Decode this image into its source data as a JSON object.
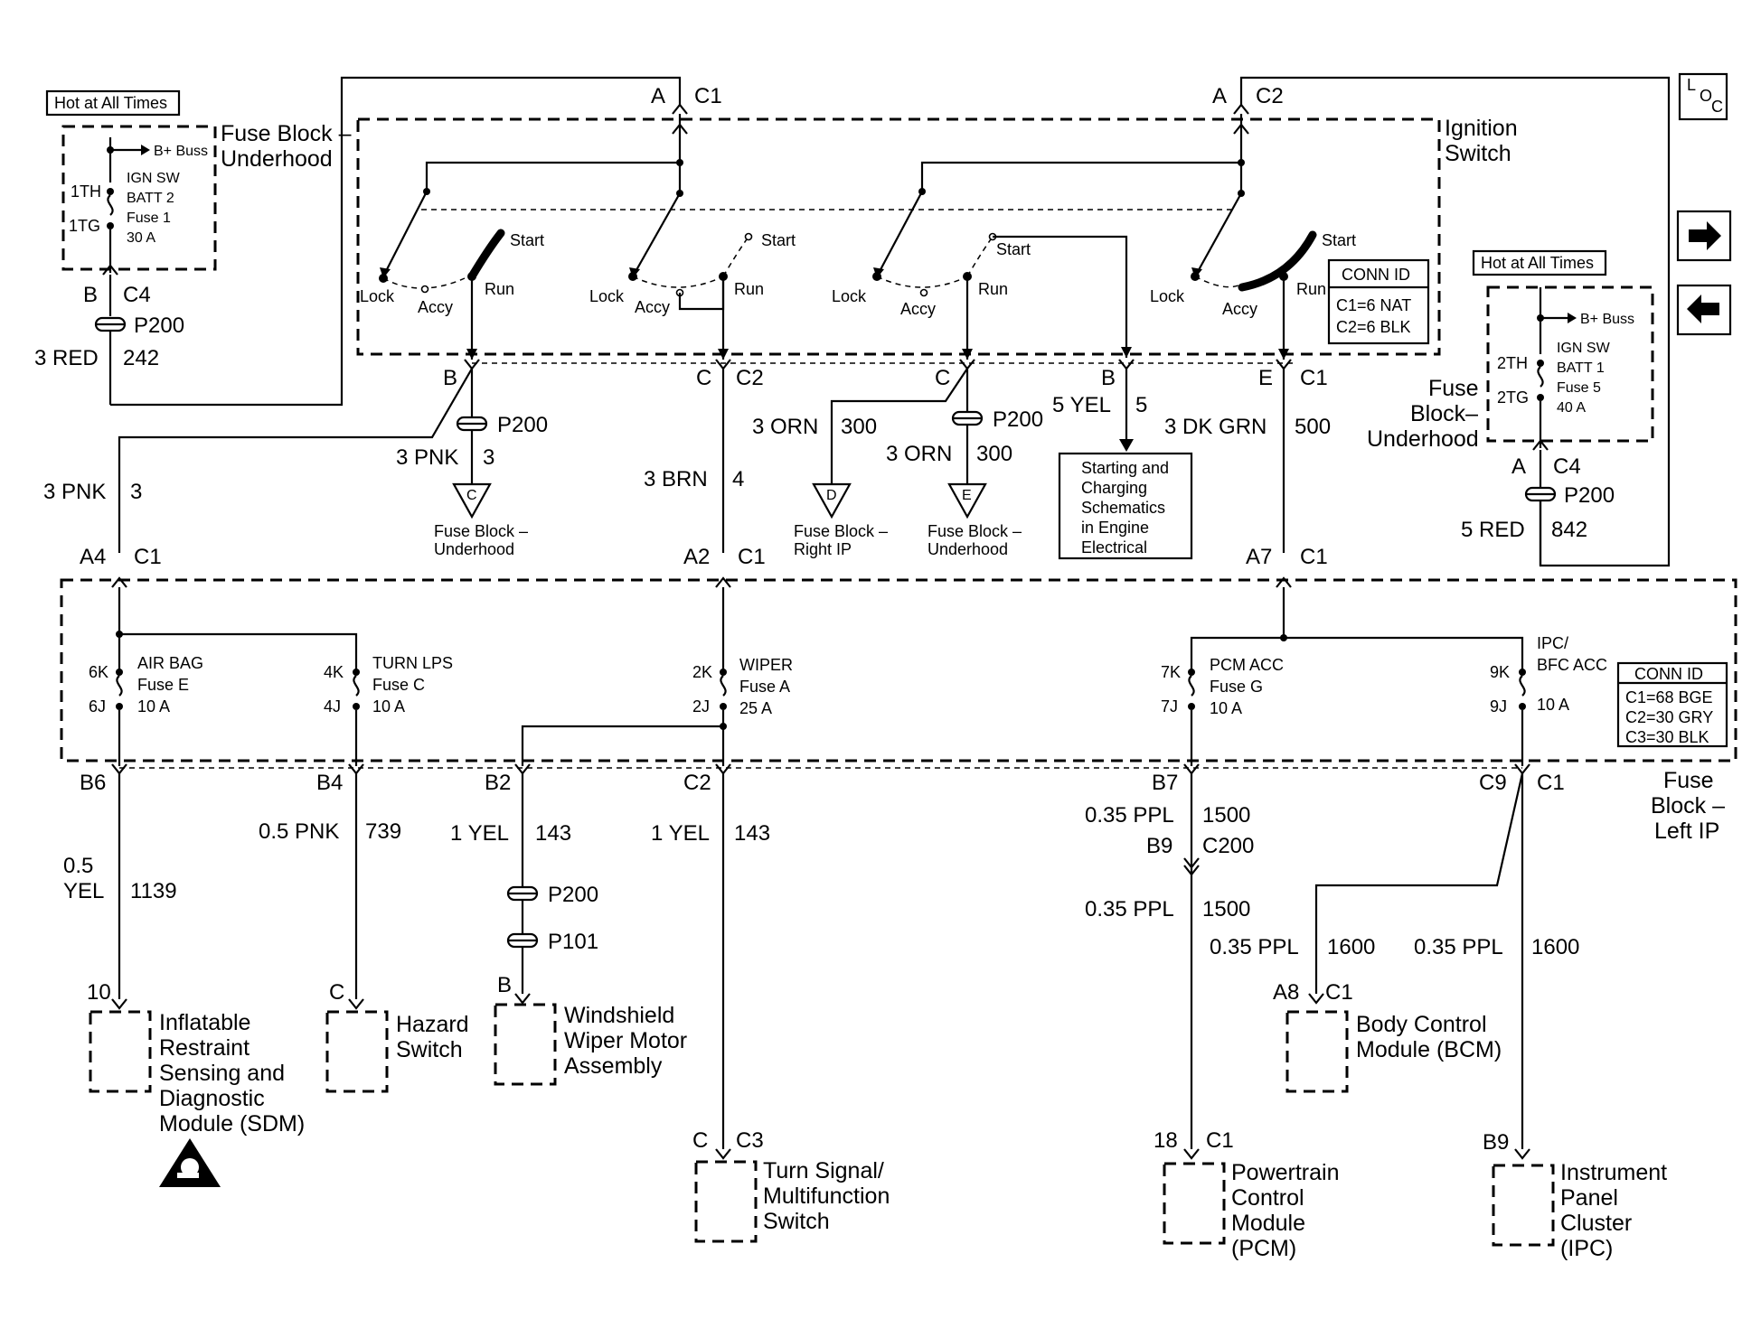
{
  "loc_icon": "L O C",
  "nav": {
    "next_icon": "arrow-right-icon",
    "prev_icon": "arrow-left-icon"
  },
  "hot_at_all_times": "Hot at All Times",
  "fuse_block_underhood_left": {
    "title": "Fuse Block –",
    "title2": "Underhood",
    "bplus": "B+ Buss",
    "fuse_name": "IGN SW",
    "fuse_name2": "BATT 2",
    "fuse_num": "Fuse 1",
    "amps": "30 A",
    "pin_top": "1TH",
    "pin_bottom": "1TG"
  },
  "fuse_block_underhood_right": {
    "title": "Fuse",
    "title2": "Block–",
    "title3": "Underhood",
    "bplus": "B+ Buss",
    "fuse_name": "IGN SW",
    "fuse_name2": "BATT 1",
    "fuse_num": "Fuse 5",
    "amps": "40 A",
    "pin_top": "2TH",
    "pin_bottom": "2TG"
  },
  "ignition_switch": {
    "title": "Ignition",
    "title2": "Switch",
    "conn_id_title": "CONN ID",
    "conn_c1": "C1=6 NAT",
    "conn_c2": "C2=6 BLK",
    "positions": {
      "lock": "Lock",
      "accy": "Accy",
      "run": "Run",
      "start": "Start"
    }
  },
  "connectors": {
    "a_c1": [
      "A",
      "C1"
    ],
    "a_c2": [
      "A",
      "C2"
    ],
    "b_c4": [
      "B",
      "C4"
    ],
    "b_c1": [
      "B",
      "C1"
    ],
    "c_c2": [
      "C",
      "C2"
    ],
    "c_c2b": [
      "C"
    ],
    "b_5": [
      "B"
    ],
    "e_c1": [
      "E",
      "C1"
    ],
    "a_c4": [
      "A",
      "C4"
    ],
    "a4_c1": [
      "A4",
      "C1"
    ],
    "a2_c1": [
      "A2",
      "C1"
    ],
    "a7_c1": [
      "A7",
      "C1"
    ],
    "b6": [
      "B6"
    ],
    "b4": [
      "B4"
    ],
    "b2": [
      "B2"
    ],
    "c2": [
      "C2"
    ],
    "b7": [
      "B7"
    ],
    "c9_c1": [
      "C9",
      "C1"
    ],
    "b9_c200": [
      "B9",
      "C200"
    ],
    "a8_c1": [
      "A8",
      "C1"
    ],
    "c_c3": [
      "C",
      "C3"
    ],
    "n18_c1": [
      "18",
      "C1"
    ],
    "b9": [
      "B9"
    ],
    "n10": [
      "10"
    ],
    "c_haz": [
      "C"
    ],
    "b_wiper": [
      "B"
    ]
  },
  "splices": {
    "p200": "P200",
    "p101": "P101"
  },
  "wires": {
    "red242": [
      "3 RED",
      "242"
    ],
    "pnk3a": [
      "3 PNK",
      "3"
    ],
    "pnk3b": [
      "3 PNK",
      "3"
    ],
    "brn4": [
      "3 BRN",
      "4"
    ],
    "orn300a": [
      "3 ORN",
      "300"
    ],
    "orn300b": [
      "3 ORN",
      "300"
    ],
    "yel5": [
      "5 YEL",
      "5"
    ],
    "dkgrn500": [
      "3 DK GRN",
      "500"
    ],
    "red842": [
      "5 RED",
      "842"
    ],
    "yel1139": [
      "0.5",
      "YEL",
      "1139"
    ],
    "pnk739": [
      "0.5 PNK",
      "739"
    ],
    "yel143a": [
      "1 YEL",
      "143"
    ],
    "yel143b": [
      "1 YEL",
      "143"
    ],
    "ppl1500a": [
      "0.35 PPL",
      "1500"
    ],
    "ppl1500b": [
      "0.35 PPL",
      "1500"
    ],
    "ppl1600a": [
      "0.35 PPL",
      "1600"
    ],
    "ppl1600b": [
      "0.35 PPL",
      "1600"
    ]
  },
  "grounds": {
    "c": [
      "C",
      "Fuse Block –",
      "Underhood"
    ],
    "d": [
      "D",
      "Fuse Block –",
      "Right IP"
    ],
    "e": [
      "E",
      "Fuse Block –",
      "Underhood"
    ]
  },
  "starting_box": [
    "Starting and",
    "Charging",
    "Schematics",
    "in Engine",
    "Electrical"
  ],
  "fuse_block_ip": {
    "title": "Fuse",
    "title2": "Block –",
    "title3": "Left IP",
    "conn_id_title": "CONN ID",
    "conn_c1": "C1=68 BGE",
    "conn_c2": "C2=30 GRY",
    "conn_c3": "C3=30 BLK",
    "fuses": [
      {
        "pin_top": "6K",
        "pin_bottom": "6J",
        "name": "AIR BAG",
        "fuse": "Fuse E",
        "amps": "10 A"
      },
      {
        "pin_top": "4K",
        "pin_bottom": "4J",
        "name": "TURN LPS",
        "fuse": "Fuse C",
        "amps": "10 A"
      },
      {
        "pin_top": "2K",
        "pin_bottom": "2J",
        "name": "WIPER",
        "fuse": "Fuse A",
        "amps": "25 A"
      },
      {
        "pin_top": "7K",
        "pin_bottom": "7J",
        "name": "PCM ACC",
        "fuse": "Fuse G",
        "amps": "10 A"
      },
      {
        "pin_top": "9K",
        "pin_bottom": "9J",
        "name": "IPC/",
        "name2": "BFC ACC",
        "amps": "10 A"
      }
    ]
  },
  "components": {
    "sdm": [
      "Inflatable",
      "Restraint",
      "Sensing and",
      "Diagnostic",
      "Module (SDM)"
    ],
    "hazard": [
      "Hazard",
      "Switch"
    ],
    "wiper": [
      "Windshield",
      "Wiper Motor",
      "Assembly"
    ],
    "turn": [
      "Turn Signal/",
      "Multifunction",
      "Switch"
    ],
    "pcm": [
      "Powertrain",
      "Control",
      "Module",
      "(PCM)"
    ],
    "bcm": [
      "Body Control",
      "Module (BCM)"
    ],
    "ipc": [
      "Instrument",
      "Panel",
      "Cluster",
      "(IPC)"
    ]
  },
  "esd_icon": "airbag-warning-icon"
}
